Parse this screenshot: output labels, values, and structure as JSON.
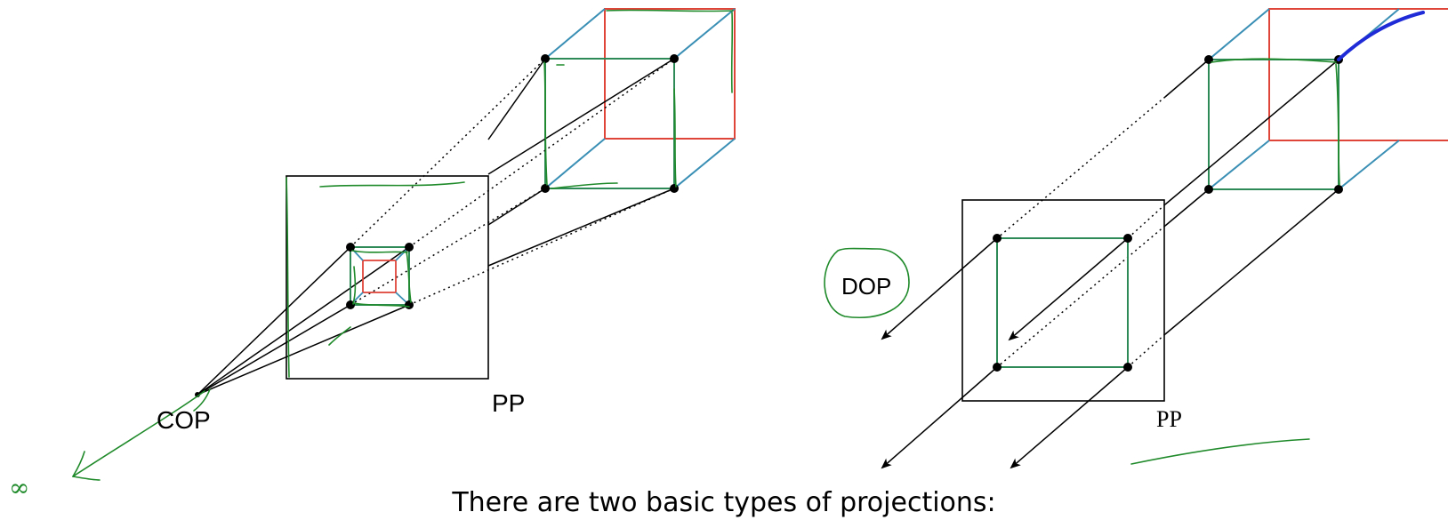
{
  "left_diagram": {
    "cop_label": "COP",
    "pp_label": "PP",
    "infinity_mark": "∞"
  },
  "right_diagram": {
    "dop_label": "DOP",
    "pp_label": "PP"
  },
  "caption": "There are two basic types of projections:",
  "colors": {
    "front_face": "#2e8b57",
    "back_face": "#e0453a",
    "depth_edges": "#3a8fb5",
    "ink_green": "#1f8a2a",
    "ink_blue": "#1f2bd6",
    "lines": "#000000"
  }
}
